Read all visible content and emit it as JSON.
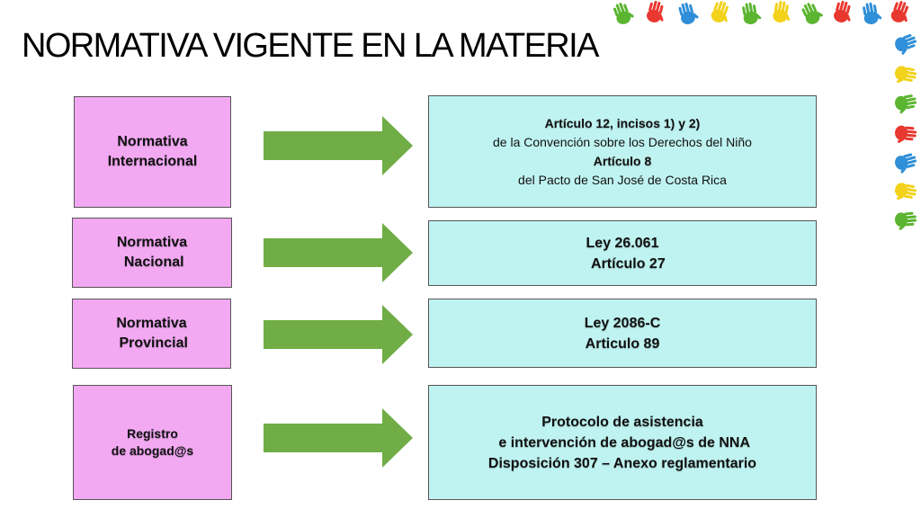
{
  "title": "NORMATIVA VIGENTE EN LA MATERIA",
  "colors": {
    "left_box": "#f2a9f2",
    "right_box": "#bff3f1",
    "arrow": "#70ad47"
  },
  "rows": [
    {
      "left": [
        "Normativa",
        "Internacional"
      ],
      "right": [
        {
          "text": "Artículo 12, incisos 1) y 2)",
          "bold": true
        },
        {
          "text": "de la Convención sobre los Derechos del Niño",
          "bold": false
        },
        {
          "text": "Artículo 8",
          "bold": true
        },
        {
          "text": "del Pacto de San José de Costa Rica",
          "bold": false
        }
      ]
    },
    {
      "left": [
        "Normativa",
        " Nacional"
      ],
      "right": [
        {
          "text": "Ley 26.061",
          "bold": true
        },
        {
          "text": "   Artículo 27",
          "bold": true
        }
      ]
    },
    {
      "left": [
        "Normativa",
        " Provincial"
      ],
      "right": [
        {
          "text": "Ley 2086-C",
          "bold": true
        },
        {
          "text": "Articulo 89",
          "bold": true
        }
      ]
    },
    {
      "left": [
        "Registro",
        "de abogad@s"
      ],
      "right": [
        {
          "text": "Protocolo de asistencia",
          "bold": true
        },
        {
          "text": " e intervención de abogad@s de NNA",
          "bold": true
        },
        {
          "text": "Disposición 307 – Anexo reglamentario",
          "bold": true
        }
      ]
    }
  ],
  "decoration": {
    "icon": "colorful-handprint-border"
  }
}
